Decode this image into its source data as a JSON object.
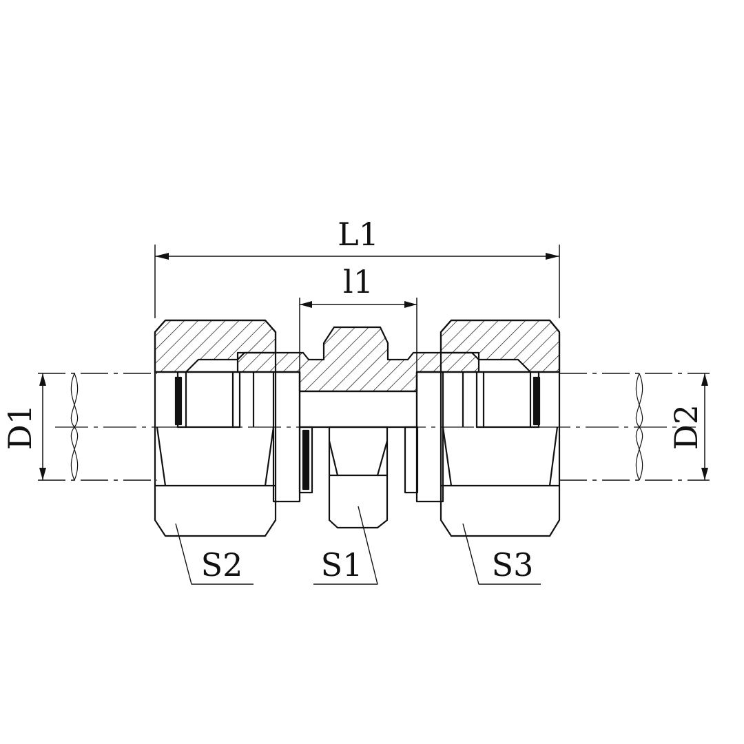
{
  "dimensions": {
    "overall_length": "L1",
    "inner_length": "l1",
    "tube_diameter_left": "D1",
    "tube_diameter_right": "D2"
  },
  "wrench_sizes": {
    "body_hex": "S1",
    "left_nut": "S2",
    "right_nut": "S3"
  },
  "colors": {
    "line": "#111111",
    "background": "#ffffff"
  }
}
